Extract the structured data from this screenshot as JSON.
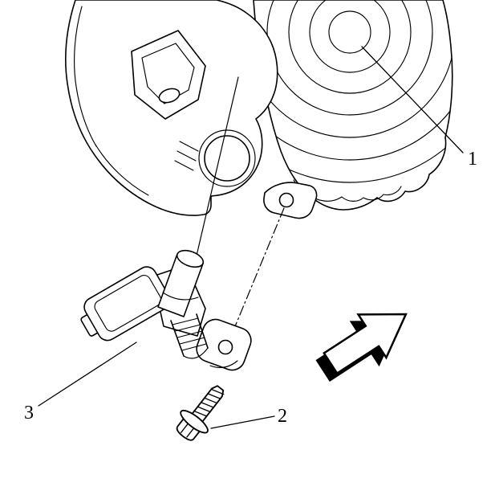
{
  "figure": {
    "background_color": "#ffffff",
    "line_color": "#000000",
    "arrow_color": "#000000"
  },
  "icons": {
    "direction_arrow": "solid-arrow-upper-right"
  },
  "callouts": {
    "one": {
      "label": "1"
    },
    "two": {
      "label": "2"
    },
    "three": {
      "label": "3"
    }
  }
}
